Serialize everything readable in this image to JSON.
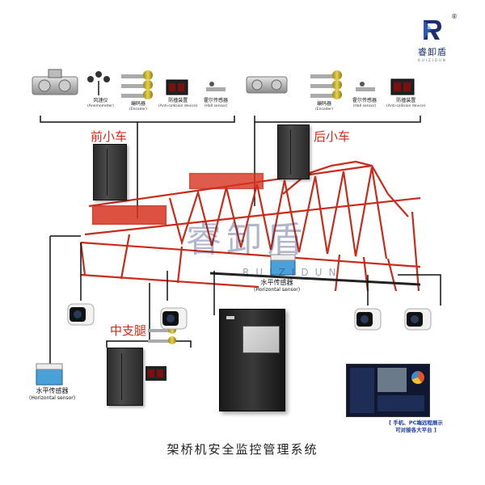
{
  "brand": {
    "name": "睿卸盾",
    "subtitle": "RUIZIDUN",
    "registered_mark": "®",
    "colors": {
      "primary": "#1d2f6e",
      "accent": "#3a7bd5"
    }
  },
  "front_trolley": {
    "label": "前小车",
    "sensors": [
      {
        "name": "风速仪",
        "en": "(Anemometer)"
      },
      {
        "name": "编码器",
        "en": "(Encoder)"
      },
      {
        "name": "防撞装置",
        "en": "(Anti-collision device)"
      },
      {
        "name": "霍尔传感器",
        "en": "(Hall sensor)"
      }
    ]
  },
  "rear_trolley": {
    "label": "后小车",
    "sensors": [
      {
        "name": "编码器",
        "en": "(Encoder)"
      },
      {
        "name": "霍尔传感器",
        "en": "(Hall sensor)"
      },
      {
        "name": "防撞装置",
        "en": "(Anti-collision device)"
      }
    ]
  },
  "middle_leg": {
    "label": "中支腿"
  },
  "level_sensor_center": {
    "name": "水平传感器",
    "en": "(Horizontal sensor)"
  },
  "level_sensor_left": {
    "name": "水平传感器",
    "en": "(Horizontal sensor)"
  },
  "watermark": {
    "cn": "睿卸盾",
    "en": "RUIZIDUN"
  },
  "platform": {
    "line1": "[ 手机、PC端远程展示",
    "line2": "可对接各大平台 ]"
  },
  "caption": "架桥机安全监控管理系统",
  "colors": {
    "label_red": "#d9281b",
    "crane_red": "#d8331f",
    "platform_blue": "#1a3aa0"
  }
}
